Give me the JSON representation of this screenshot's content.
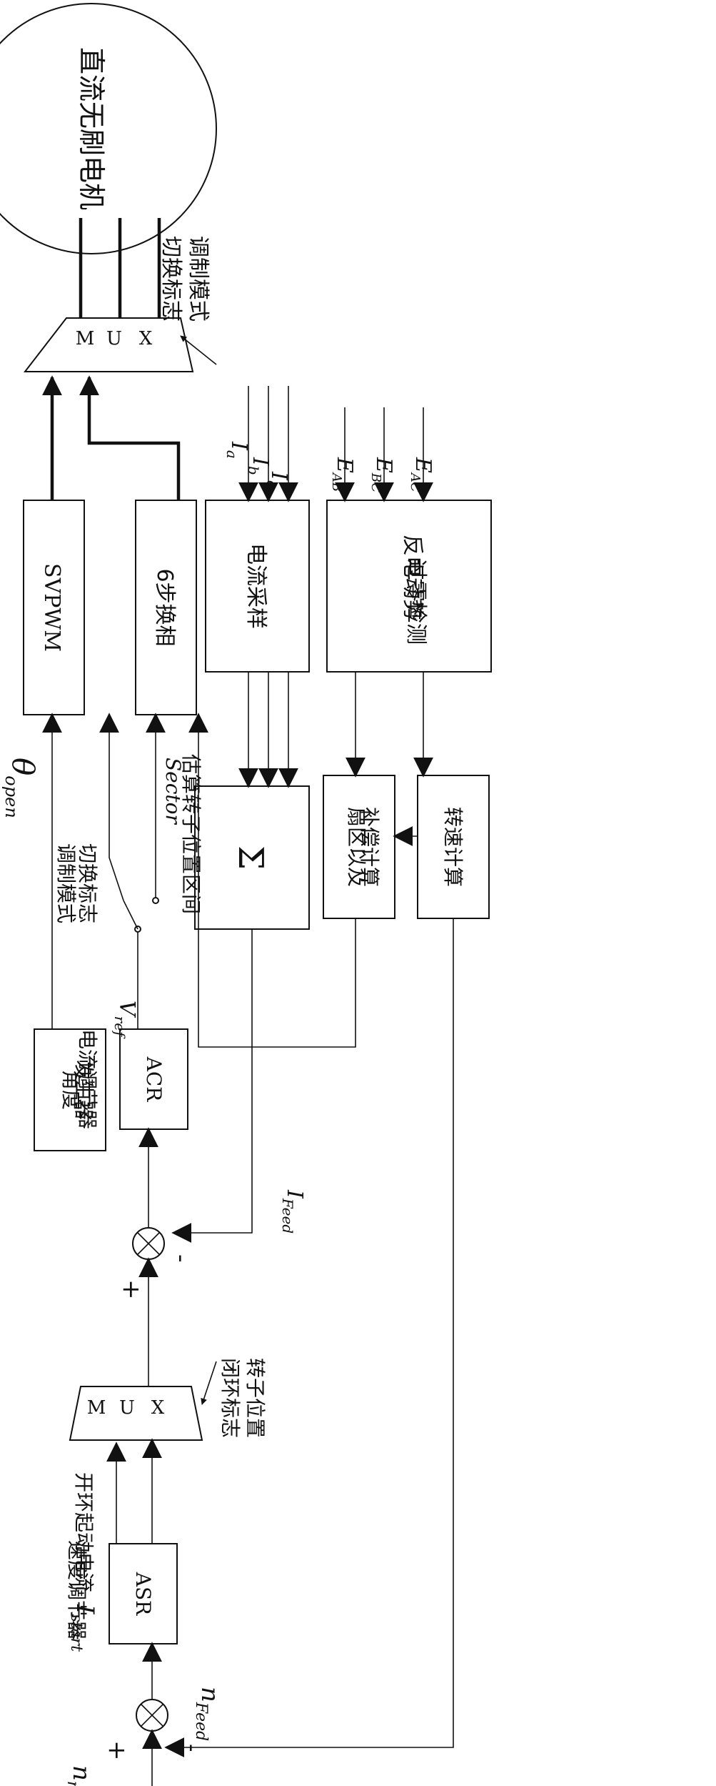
{
  "motor": {
    "label": "直流无刷电机"
  },
  "mux_top": {
    "m": "M",
    "u": "U",
    "x": "X",
    "flag": [
      "调制模式",
      "切换标志"
    ]
  },
  "mux_bottom": {
    "m": "M",
    "u": "U",
    "x": "X",
    "flag": [
      "转子位置",
      "闭环标志"
    ]
  },
  "blocks": {
    "svpwm": "SVPWM",
    "six_step": "6步换相",
    "current_sampling": "电流采样",
    "bemf_detect": [
      "反电动势",
      "过零检测"
    ],
    "sigma": "Σ",
    "sector_comp": [
      "扇区以及",
      "补偿计算"
    ],
    "speed_calc": "转速计算",
    "angle_gen": [
      "角度",
      "发生器"
    ],
    "acr": "ACR",
    "asr": "ASR"
  },
  "signals": {
    "ia": {
      "main": "I",
      "sub": "a"
    },
    "ib": {
      "main": "I",
      "sub": "b"
    },
    "ic": {
      "main": "I",
      "sub": "c"
    },
    "eab": {
      "main": "E",
      "sub": "AB"
    },
    "ebc": {
      "main": "E",
      "sub": "BC"
    },
    "eac": {
      "main": "E",
      "sub": "AC"
    },
    "theta": {
      "main": "θ",
      "sub": "open"
    },
    "vref": {
      "main": "V",
      "sub": "ref"
    },
    "ifeed": {
      "main": "I",
      "sub": "Feed"
    },
    "nref": {
      "main": "n",
      "sub": "ref"
    },
    "nfeed": {
      "main": "n",
      "sub": "Feed"
    },
    "istart": {
      "main": "I",
      "sub": "start"
    }
  },
  "labels": {
    "switch_flag": [
      "调制模式",
      "切换标志"
    ],
    "current_reg": "电流调节器",
    "sector_est": "估算转子位置区间",
    "sector_word": "Sector",
    "speed_reg": "速度调节器",
    "open_loop_start": "开环起动电流",
    "plus": "+",
    "minus": "-"
  }
}
